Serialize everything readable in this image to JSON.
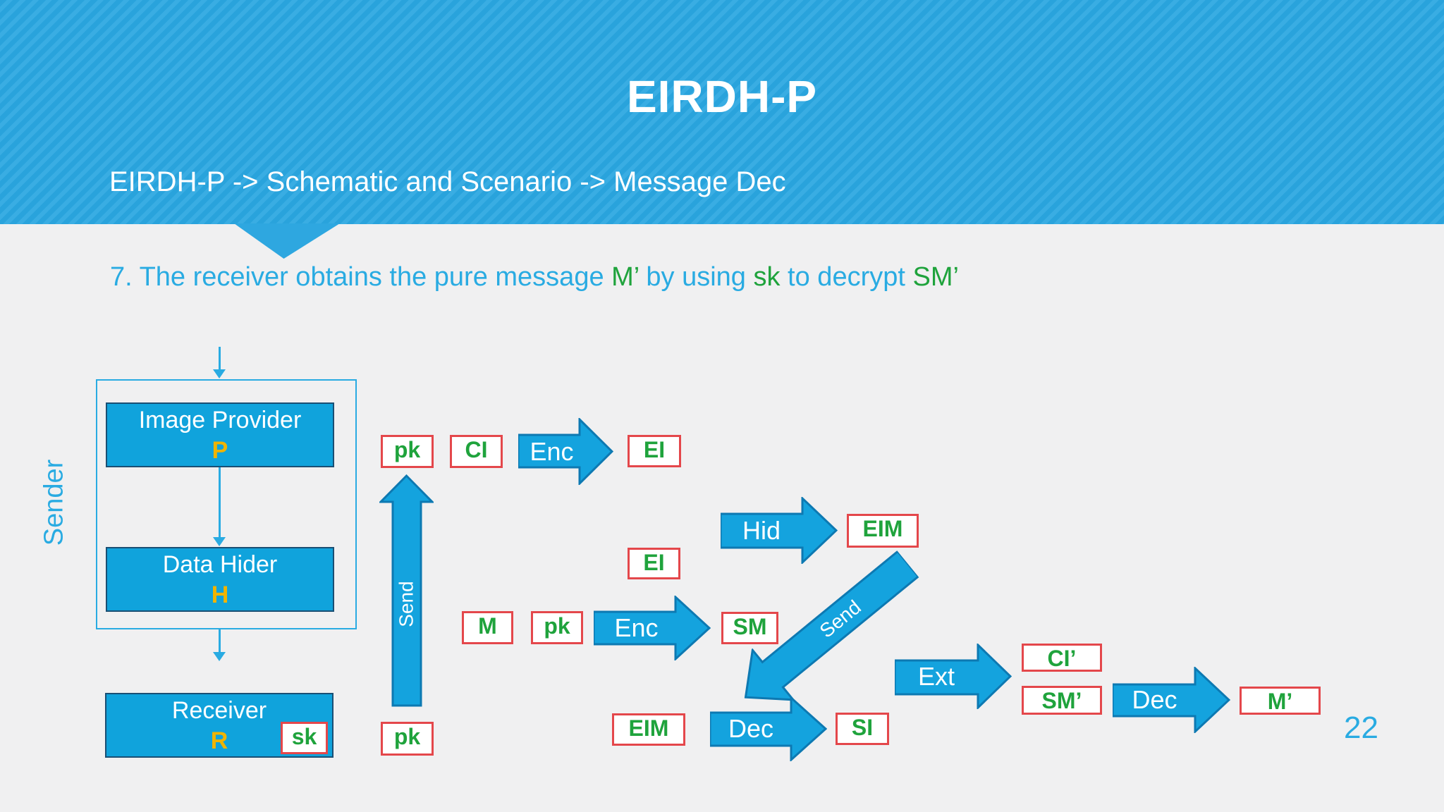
{
  "slide": {
    "title": "EIRDH-P",
    "breadcrumb": "EIRDH-P -> Schematic and Scenario -> Message Dec",
    "page_number": "22"
  },
  "body": {
    "prefix": "7. The receiver obtains the pure message ",
    "m_prime": "M’",
    "mid1": " by using ",
    "sk": "sk",
    "mid2": " to decrypt ",
    "sm_prime": "SM’"
  },
  "diagram": {
    "sender_label": "Sender",
    "image_provider": {
      "title": "Image Provider",
      "letter": "P"
    },
    "data_hider": {
      "title": "Data Hider",
      "letter": "H"
    },
    "receiver": {
      "title": "Receiver",
      "letter": "R"
    },
    "labels": {
      "pk_top": "pk",
      "ci": "CI",
      "ei_top": "EI",
      "ei_mid": "EI",
      "m": "M",
      "pk_mid": "pk",
      "sm": "SM",
      "eim_top": "EIM",
      "eim_bottom": "EIM",
      "si": "SI",
      "ci_prime": "CI’",
      "sm_prime": "SM’",
      "m_prime": "M’",
      "pk_bottom": "pk",
      "sk": "sk"
    },
    "arrows": {
      "enc_top": "Enc",
      "hid": "Hid",
      "enc_mid": "Enc",
      "send_up": "Send",
      "send_diag": "Send",
      "ext": "Ext",
      "dec_mid": "Dec",
      "dec_right": "Dec"
    }
  },
  "colors": {
    "header_blue": "#2EA9E1",
    "accent_blue": "#14A3DE",
    "light_blue": "#29ABE2",
    "green": "#1FA33C",
    "red": "#E4474B",
    "yellow": "#F0B400",
    "background": "#F0F0F1"
  }
}
